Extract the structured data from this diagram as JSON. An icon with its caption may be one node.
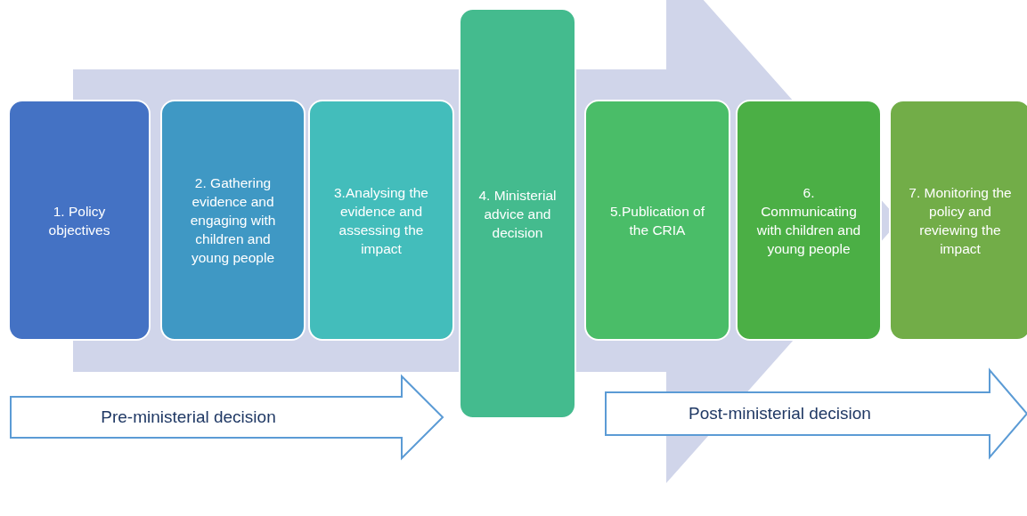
{
  "diagram": {
    "nodes": [
      {
        "text": [
          "1. Policy objectives"
        ]
      },
      {
        "text": [
          "2. Gathering evidence and engaging with children and young people"
        ]
      },
      {
        "text": [
          "3.Analysing the evidence and assessing the impact"
        ]
      },
      {
        "text": [
          "4. Ministerial advice and decision"
        ]
      },
      {
        "text": [
          "5.Publication of the CRIA"
        ]
      },
      {
        "text": [
          "6. Communicating with children and young people"
        ]
      },
      {
        "text": [
          "7. Monitoring the policy and reviewing the impact"
        ]
      }
    ],
    "edges": [
      {
        "from": 0,
        "to": 6,
        "arrow": "to",
        "style": "thick",
        "color": "#d0d5ea"
      },
      {
        "from": null,
        "to": 3,
        "arrow": "to",
        "label": "Pre-ministerial decision"
      },
      {
        "from": 3,
        "to": null,
        "arrow": "to",
        "label": "Post-ministerial decision"
      }
    ]
  }
}
